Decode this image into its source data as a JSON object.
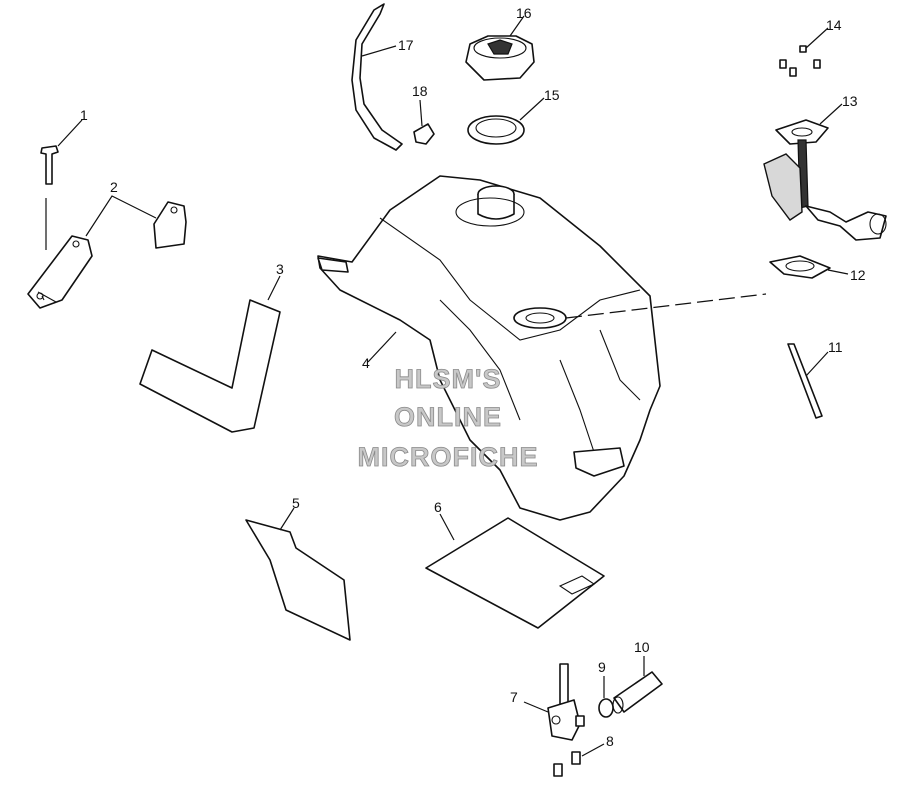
{
  "callouts": [
    {
      "number": "1"
    },
    {
      "number": "2"
    },
    {
      "number": "3"
    },
    {
      "number": "4"
    },
    {
      "number": "5"
    },
    {
      "number": "6"
    },
    {
      "number": "7"
    },
    {
      "number": "8"
    },
    {
      "number": "9"
    },
    {
      "number": "10"
    },
    {
      "number": "11"
    },
    {
      "number": "12"
    },
    {
      "number": "13"
    },
    {
      "number": "14"
    },
    {
      "number": "15"
    },
    {
      "number": "16"
    },
    {
      "number": "17"
    },
    {
      "number": "18"
    }
  ],
  "watermark": {
    "line1": "HLSM'S",
    "line2": "ONLINE",
    "line3": "MICROFICHE"
  }
}
